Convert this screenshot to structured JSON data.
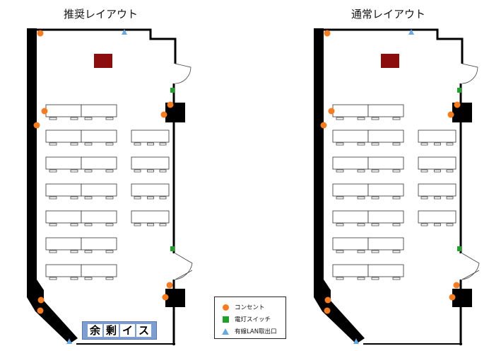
{
  "layouts": [
    {
      "title": "推奨レイアウト"
    },
    {
      "title": "通常レイアウト"
    }
  ],
  "extra_chairs": {
    "label": [
      "余",
      "剰",
      "イ",
      "ス"
    ]
  },
  "legend": {
    "items": [
      {
        "label": "コンセント",
        "symbol": "outlet",
        "color": "#f57c20"
      },
      {
        "label": "電灯スイッチ",
        "symbol": "switch",
        "color": "#1ea02a"
      },
      {
        "label": "有線LAN取出口",
        "symbol": "lan",
        "color": "#6aa8e0"
      }
    ]
  },
  "colors": {
    "wall": "#000000",
    "podium": "#8b0d0d",
    "table_stroke": "#333333",
    "outlet": "#f57c20",
    "switch": "#1ea02a",
    "lan": "#6aa8e0"
  }
}
